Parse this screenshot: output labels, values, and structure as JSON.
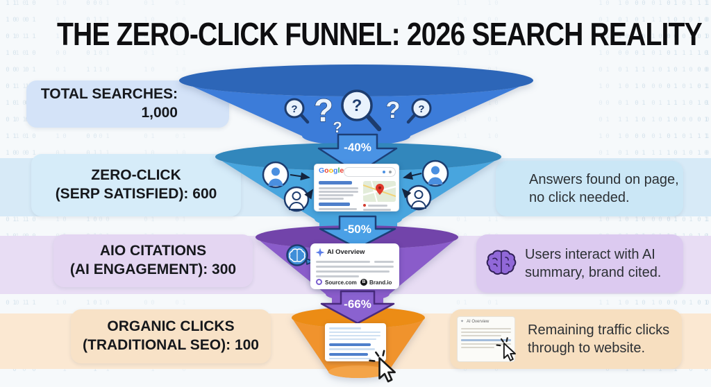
{
  "title": "THE ZERO-CLICK FUNNEL: 2026 SEARCH REALITY",
  "funnel_stages": [
    {
      "id": "total-searches",
      "label_line1": "TOTAL SEARCHES:",
      "label_line2": "1,000",
      "value": 1000
    },
    {
      "id": "zero-click",
      "label_line1": "ZERO-CLICK",
      "label_line2": "(SERP SATISFIED): 600",
      "value": 600,
      "drop_from_previous": "-40%",
      "note_line1": "Answers found on page,",
      "note_line2": "no click needed."
    },
    {
      "id": "aio-citations",
      "label_line1": "AIO CITATIONS",
      "label_line2": "(AI ENGAGEMENT): 300",
      "value": 300,
      "drop_from_previous": "-50%",
      "note_line1": "Users interact with AI",
      "note_line2": "summary, brand cited."
    },
    {
      "id": "organic-clicks",
      "label_line1": "ORGANIC CLICKS",
      "label_line2": "(TRADITIONAL SEO): 100",
      "value": 100,
      "drop_from_previous": "-66%",
      "note_line1": "Remaining traffic clicks",
      "note_line2": "through to website."
    }
  ],
  "drop_rates": [
    "-40%",
    "-50%",
    "-66%"
  ],
  "serp_card": {
    "logo_letters": [
      "G",
      "o",
      "o",
      "g",
      "l",
      "e"
    ]
  },
  "aio_card": {
    "title": "AI Overview",
    "source1": "Source.com",
    "source2_initial": "B",
    "source2": "Brand.io"
  },
  "mini_card": {
    "title": "AI Overview",
    "sparkle": "✦"
  },
  "background": {
    "pattern": "101001011010010110100101101001011010010110100101101001011010010110100101"
  },
  "colors": {
    "stage1_body": "#3c7cd9",
    "stage1_top": "#2d66b8",
    "stage2_body": "#48a5de",
    "stage2_top": "#3287bc",
    "stage3_body": "#8a5cca",
    "stage3_top": "#7244aa",
    "stage4_body": "#f0932d",
    "stage4_top": "#ec8c15",
    "arrow_blue": "#4a93e4",
    "arrow_purple": "#8a62d0",
    "band_blue": "#d7eaf7",
    "band_purple": "#e8ddf4",
    "band_orange": "#fbe8d2",
    "google_blue": "#4285F4",
    "google_red": "#EA4335",
    "google_yellow": "#FBBC05",
    "google_green": "#34A853"
  }
}
